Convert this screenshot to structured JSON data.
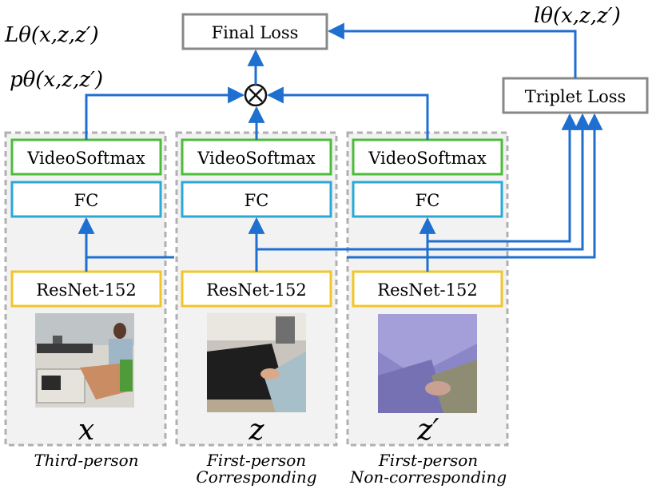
{
  "top": {
    "final_loss": "Final Loss",
    "triplet_loss": "Triplet Loss",
    "multiply_symbol": "⊗",
    "L_theta": "Lθ(x,z,z′)",
    "l_theta": "lθ(x,z,z′)",
    "p_theta": "pθ(x,z,z′)"
  },
  "columns": [
    {
      "video_softmax": "VideoSoftmax",
      "fc": "FC",
      "resnet": "ResNet-152",
      "symbol": "x",
      "caption_line1": "Third-person",
      "caption_line2": ""
    },
    {
      "video_softmax": "VideoSoftmax",
      "fc": "FC",
      "resnet": "ResNet-152",
      "symbol": "z",
      "caption_line1": "First-person",
      "caption_line2": "Corresponding"
    },
    {
      "video_softmax": "VideoSoftmax",
      "fc": "FC",
      "resnet": "ResNet-152",
      "symbol": "z′",
      "caption_line1": "First-person",
      "caption_line2": "Non-corresponding"
    }
  ],
  "colors": {
    "arrow": "#1f6fd1",
    "video_softmax_border": "#4cbb3a",
    "fc_border": "#2aa8d6",
    "resnet_border": "#f2c529",
    "panel_border": "#b0b0b0",
    "panel_fill": "#f2f2f2",
    "top_box_border": "#888888"
  },
  "images": [
    {
      "name": "third-person-kitchen-photo"
    },
    {
      "name": "first-person-stovetop-photo"
    },
    {
      "name": "first-person-fabric-photo"
    }
  ]
}
